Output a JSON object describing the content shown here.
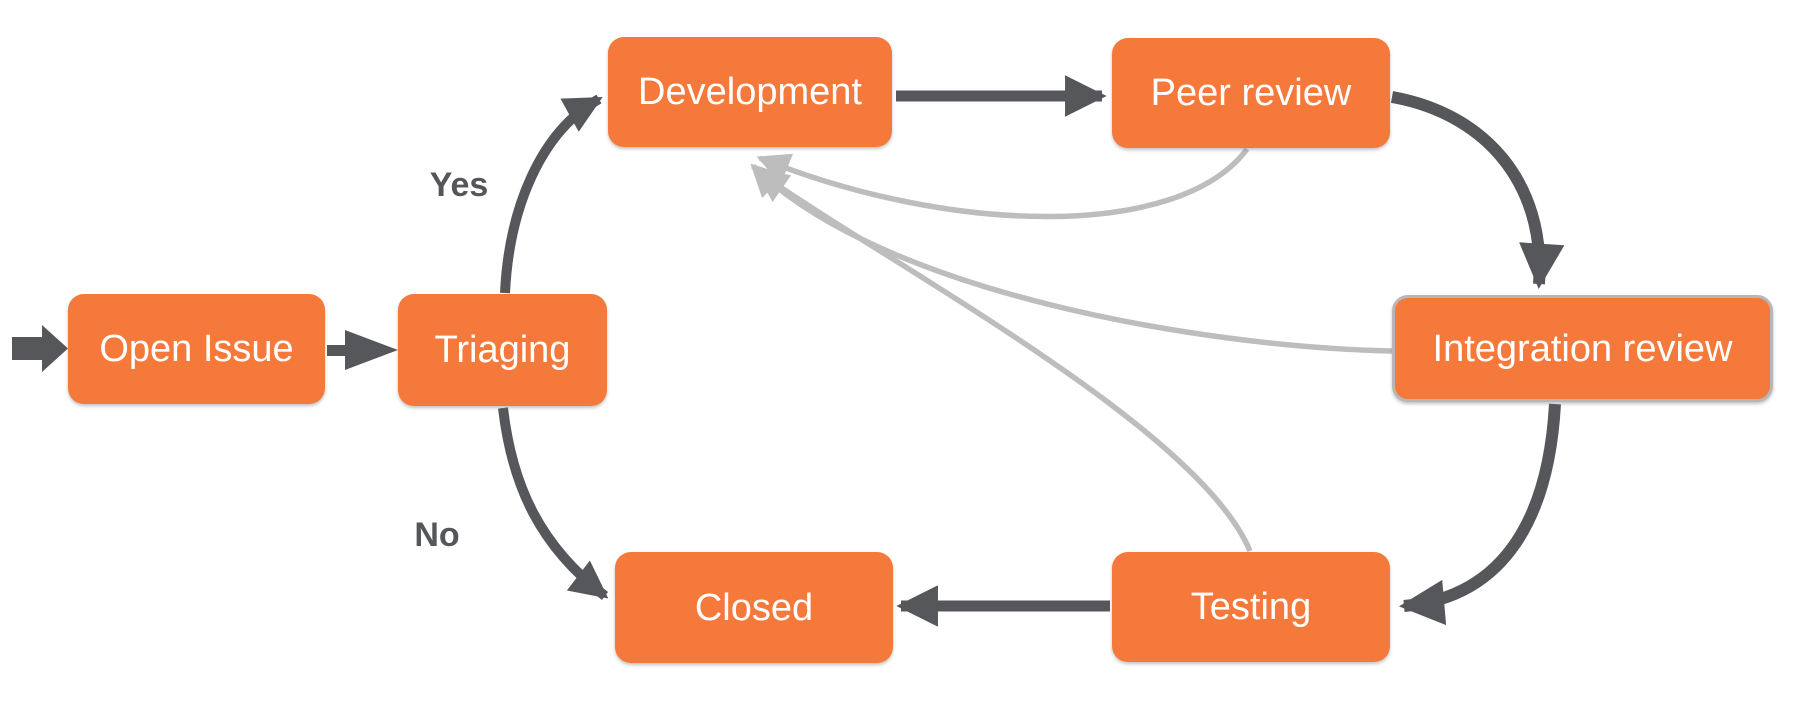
{
  "diagram": {
    "nodes": [
      {
        "id": "open-issue",
        "label": "Open Issue"
      },
      {
        "id": "triaging",
        "label": "Triaging"
      },
      {
        "id": "development",
        "label": "Development"
      },
      {
        "id": "peer-review",
        "label": "Peer review"
      },
      {
        "id": "integration-review",
        "label": "Integration review"
      },
      {
        "id": "testing",
        "label": "Testing"
      },
      {
        "id": "closed",
        "label": "Closed"
      }
    ],
    "edges": [
      {
        "from": "(start)",
        "to": "Open Issue",
        "label": "",
        "style": "dark"
      },
      {
        "from": "Open Issue",
        "to": "Triaging",
        "label": "",
        "style": "dark"
      },
      {
        "from": "Triaging",
        "to": "Development",
        "label": "Yes",
        "style": "dark"
      },
      {
        "from": "Triaging",
        "to": "Closed",
        "label": "No",
        "style": "dark"
      },
      {
        "from": "Development",
        "to": "Peer review",
        "label": "",
        "style": "dark"
      },
      {
        "from": "Peer review",
        "to": "Integration review",
        "label": "",
        "style": "dark"
      },
      {
        "from": "Integration review",
        "to": "Testing",
        "label": "",
        "style": "dark"
      },
      {
        "from": "Testing",
        "to": "Closed",
        "label": "",
        "style": "dark"
      },
      {
        "from": "Peer review",
        "to": "Development",
        "label": "",
        "style": "light"
      },
      {
        "from": "Integration review",
        "to": "Development",
        "label": "",
        "style": "light"
      },
      {
        "from": "Testing",
        "to": "Development",
        "label": "",
        "style": "light"
      }
    ]
  },
  "colors": {
    "node_fill": "#F5793B",
    "node_text": "#FFFFFF",
    "arrow_dark": "#56575A",
    "arrow_light": "#BDBDBD",
    "integration_review_border": "#B7B7B7",
    "edge_label_color": "#55565C",
    "background": "#FFFFFF"
  }
}
